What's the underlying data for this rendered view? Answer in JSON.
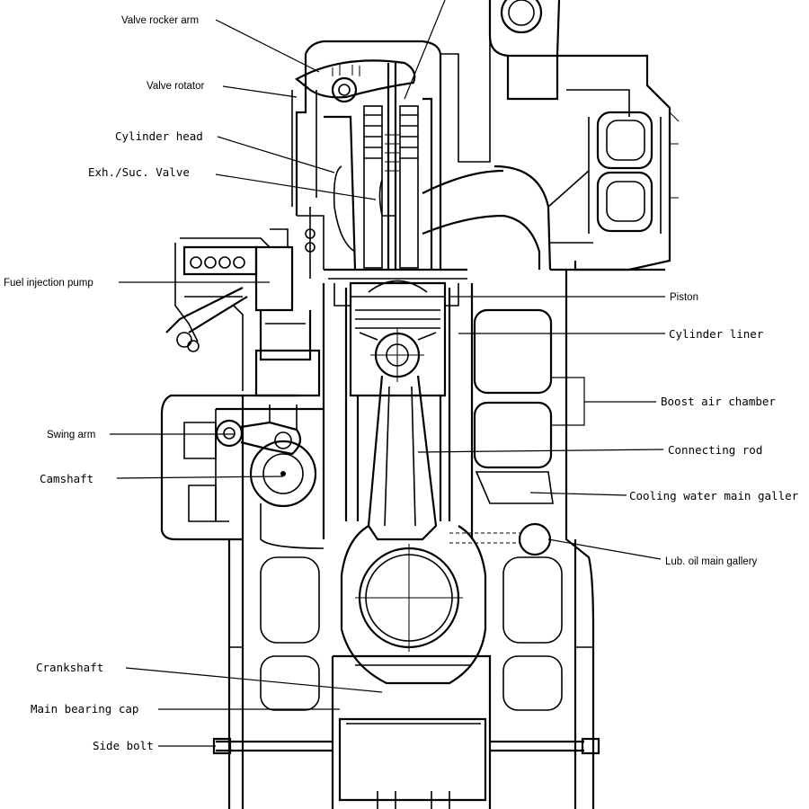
{
  "labels": {
    "valve_rocker_arm": "Valve rocker arm",
    "valve_rotator": "Valve rotator",
    "cylinder_head": "Cylinder head",
    "exh_suc_valve": "Exh./Suc. Valve",
    "fuel_injection_pump": "Fuel injection pump",
    "swing_arm": "Swing arm",
    "camshaft": "Camshaft",
    "crankshaft": "Crankshaft",
    "main_bearing_cap": "Main bearing cap",
    "side_bolt": "Side bolt",
    "piston": "Piston",
    "cylinder_liner": "Cylinder liner",
    "boost_air_chamber": "Boost air chamber",
    "connecting_rod": "Connecting rod",
    "cooling_water_main_gallery": "Cooling water main galler",
    "lub_oil_main_gallery": "Lub. oil main gallery"
  }
}
